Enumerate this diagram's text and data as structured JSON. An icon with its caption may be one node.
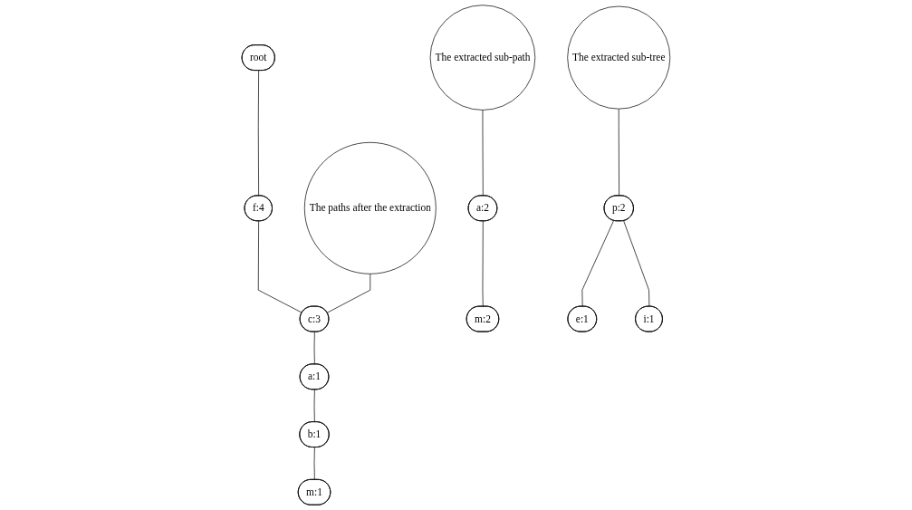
{
  "diagram": {
    "nodes": [
      {
        "text": [
          "root"
        ]
      },
      {
        "text": [
          "f:4"
        ]
      },
      {
        "text": [
          "c:3"
        ]
      },
      {
        "text": [
          "a:1"
        ]
      },
      {
        "text": [
          "b:1"
        ]
      },
      {
        "text": [
          "m:1"
        ]
      },
      {
        "text": [
          "The paths after the extraction"
        ]
      },
      {
        "text": [
          "a:2"
        ]
      },
      {
        "text": [
          "m:2"
        ]
      },
      {
        "text": [
          "The extracted sub-path"
        ]
      },
      {
        "text": [
          "p:2"
        ]
      },
      {
        "text": [
          "e:1"
        ]
      },
      {
        "text": [
          "The extracted sub-tree"
        ]
      },
      {
        "text": [
          "i:1"
        ]
      }
    ],
    "edges": [
      {
        "from": 0,
        "to": 1,
        "arrow": "none"
      },
      {
        "from": 1,
        "to": 2,
        "arrow": "none"
      },
      {
        "from": 2,
        "to": 3,
        "arrow": "none"
      },
      {
        "from": 3,
        "to": 4,
        "arrow": "none"
      },
      {
        "from": 4,
        "to": 5,
        "arrow": "none"
      },
      {
        "from": 6,
        "to": 2,
        "arrow": "none"
      },
      {
        "from": 7,
        "to": 8,
        "arrow": "none"
      },
      {
        "from": 9,
        "to": 7,
        "arrow": "none"
      },
      {
        "from": 10,
        "to": 11,
        "arrow": "none"
      },
      {
        "from": 10,
        "to": 13,
        "arrow": "none"
      },
      {
        "from": 12,
        "to": 10,
        "arrow": "none"
      }
    ]
  }
}
